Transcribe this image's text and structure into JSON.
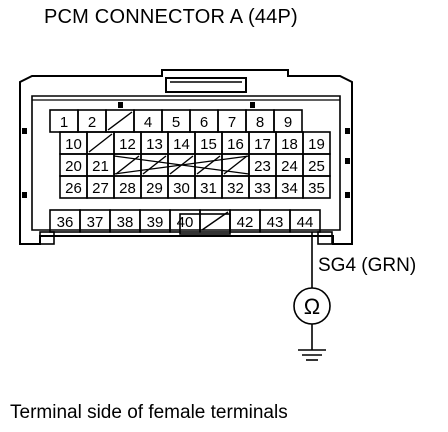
{
  "title": "PCM CONNECTOR A (44P)",
  "caption": "Terminal side of female terminals",
  "wire_label": "SG4 (GRN)",
  "meter_symbol": "Ω",
  "probe_terminal": "44",
  "rows": [
    [
      "1",
      "2",
      "",
      "4",
      "5",
      "6",
      "7",
      "8",
      "9"
    ],
    [
      "10",
      "",
      "12",
      "13",
      "14",
      "15",
      "16",
      "17",
      "18",
      "19"
    ],
    [
      "20",
      "21",
      "",
      "",
      "",
      "",
      "",
      "23",
      "24",
      "25"
    ],
    [
      "26",
      "27",
      "28",
      "29",
      "30",
      "31",
      "32",
      "33",
      "34",
      "35"
    ],
    [
      "36",
      "37",
      "38",
      "39",
      "40",
      "",
      "42",
      "43",
      "44"
    ]
  ]
}
